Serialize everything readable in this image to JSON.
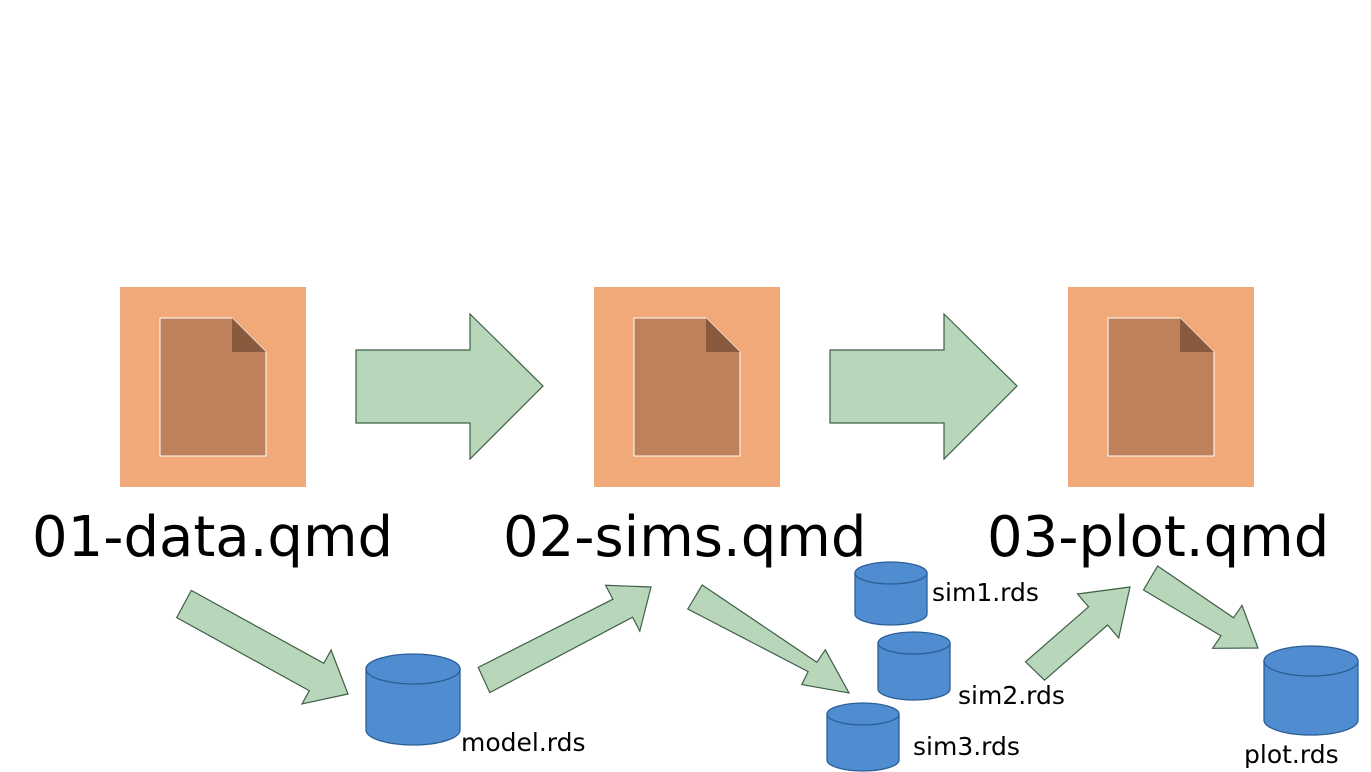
{
  "colors": {
    "doc_box_fill": "#F2A97A",
    "doc_page_fill": "#BE815B",
    "doc_page_fold": "#8A5A3E",
    "arrow_fill": "#B7D6BA",
    "arrow_stroke": "#3F5F46",
    "cylinder_fill": "#4F8DD0",
    "cylinder_stroke": "#2C5E96"
  },
  "scripts": [
    {
      "id": "script-01",
      "label": "01-data.qmd",
      "icon": "document-icon"
    },
    {
      "id": "script-02",
      "label": "02-sims.qmd",
      "icon": "document-icon"
    },
    {
      "id": "script-03",
      "label": "03-plot.qmd",
      "icon": "document-icon"
    }
  ],
  "outputs": [
    {
      "id": "model",
      "label": "model.rds",
      "icon": "database-icon"
    },
    {
      "id": "sim1",
      "label": "sim1.rds",
      "icon": "database-icon"
    },
    {
      "id": "sim2",
      "label": "sim2.rds",
      "icon": "database-icon"
    },
    {
      "id": "sim3",
      "label": "sim3.rds",
      "icon": "database-icon"
    },
    {
      "id": "plot",
      "label": "plot.rds",
      "icon": "database-icon"
    }
  ],
  "flows": [
    {
      "from": "script-01",
      "to": "script-02"
    },
    {
      "from": "script-02",
      "to": "script-03"
    },
    {
      "from": "script-01",
      "to": "model"
    },
    {
      "from": "model",
      "to": "script-02"
    },
    {
      "from": "script-02",
      "to": "sim3"
    },
    {
      "from": "sim2",
      "to": "script-03"
    },
    {
      "from": "script-03",
      "to": "plot"
    }
  ]
}
